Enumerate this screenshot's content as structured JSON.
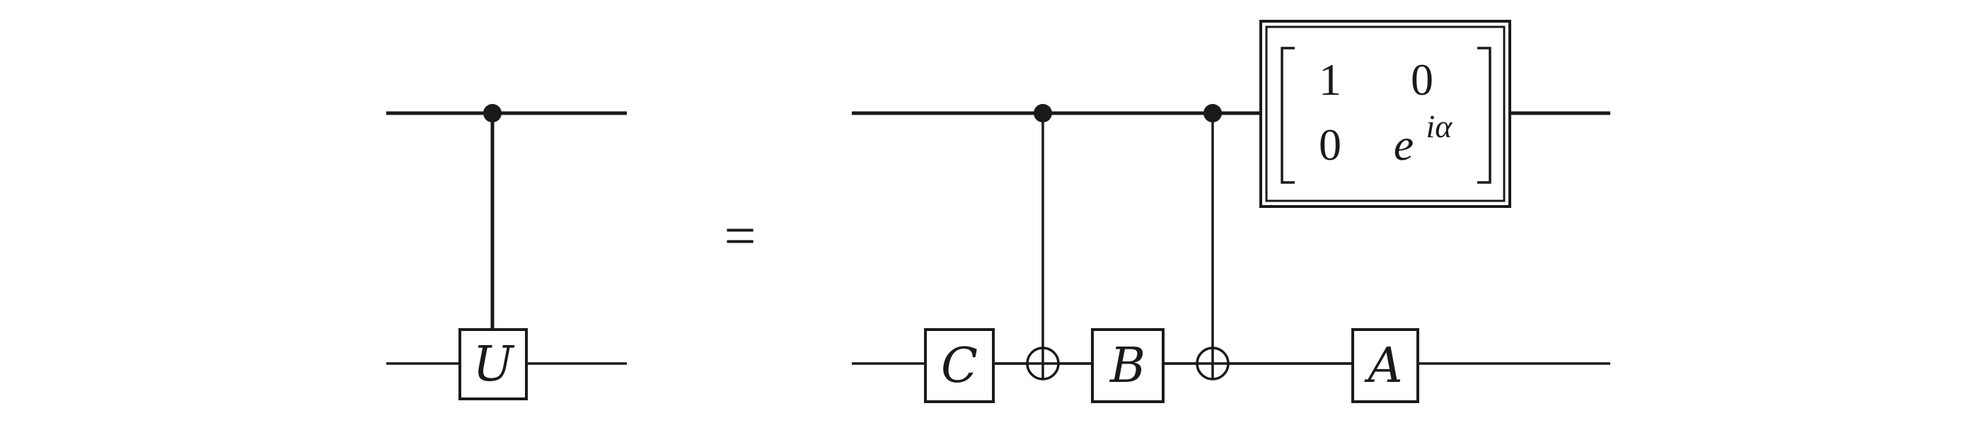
{
  "diagram": {
    "left_circuit": {
      "gate_label": "U"
    },
    "equals": "=",
    "right_circuit": {
      "gates": {
        "c": "C",
        "b": "B",
        "a": "A"
      },
      "phase_matrix": {
        "r1c1": "1",
        "r1c2": "0",
        "r2c1": "0",
        "r2c2_base": "e",
        "r2c2_exponent": "iα"
      }
    }
  }
}
